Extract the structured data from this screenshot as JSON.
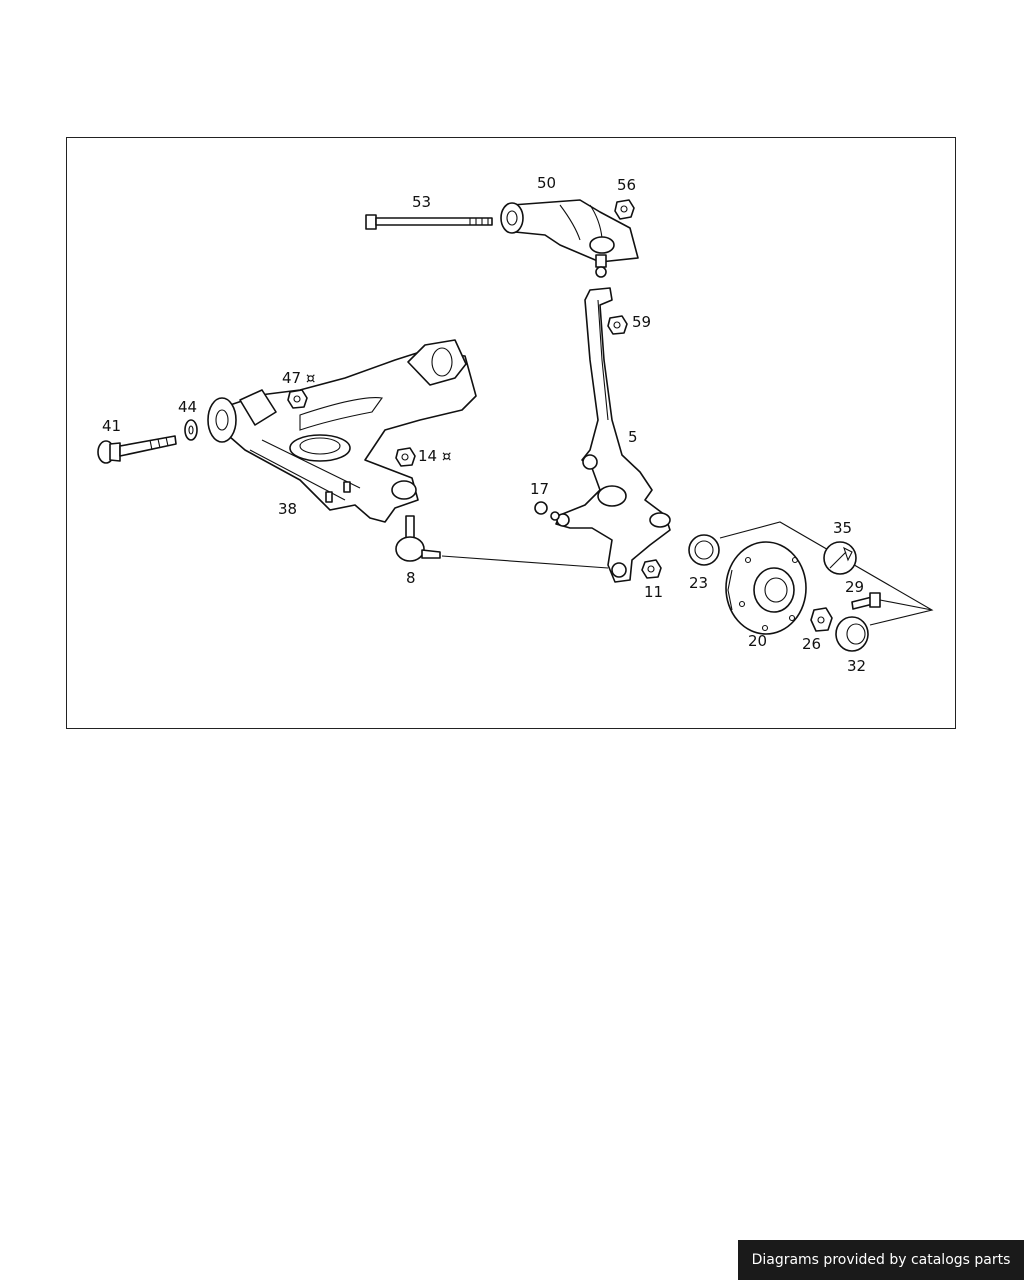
{
  "callouts": [
    {
      "id": "53",
      "label": "53"
    },
    {
      "id": "50",
      "label": "50"
    },
    {
      "id": "56",
      "label": "56"
    },
    {
      "id": "59",
      "label": "59"
    },
    {
      "id": "47",
      "label": "47 ¤"
    },
    {
      "id": "44",
      "label": "44"
    },
    {
      "id": "41",
      "label": "41"
    },
    {
      "id": "14",
      "label": "14 ¤"
    },
    {
      "id": "38",
      "label": "38"
    },
    {
      "id": "5",
      "label": "5"
    },
    {
      "id": "17",
      "label": "17"
    },
    {
      "id": "8",
      "label": "8"
    },
    {
      "id": "11",
      "label": "11"
    },
    {
      "id": "23",
      "label": "23"
    },
    {
      "id": "35",
      "label": "35"
    },
    {
      "id": "29",
      "label": "29"
    },
    {
      "id": "20",
      "label": "20"
    },
    {
      "id": "26",
      "label": "26"
    },
    {
      "id": "32",
      "label": "32"
    }
  ],
  "footer": {
    "text": "Diagrams provided by catalogs parts"
  }
}
